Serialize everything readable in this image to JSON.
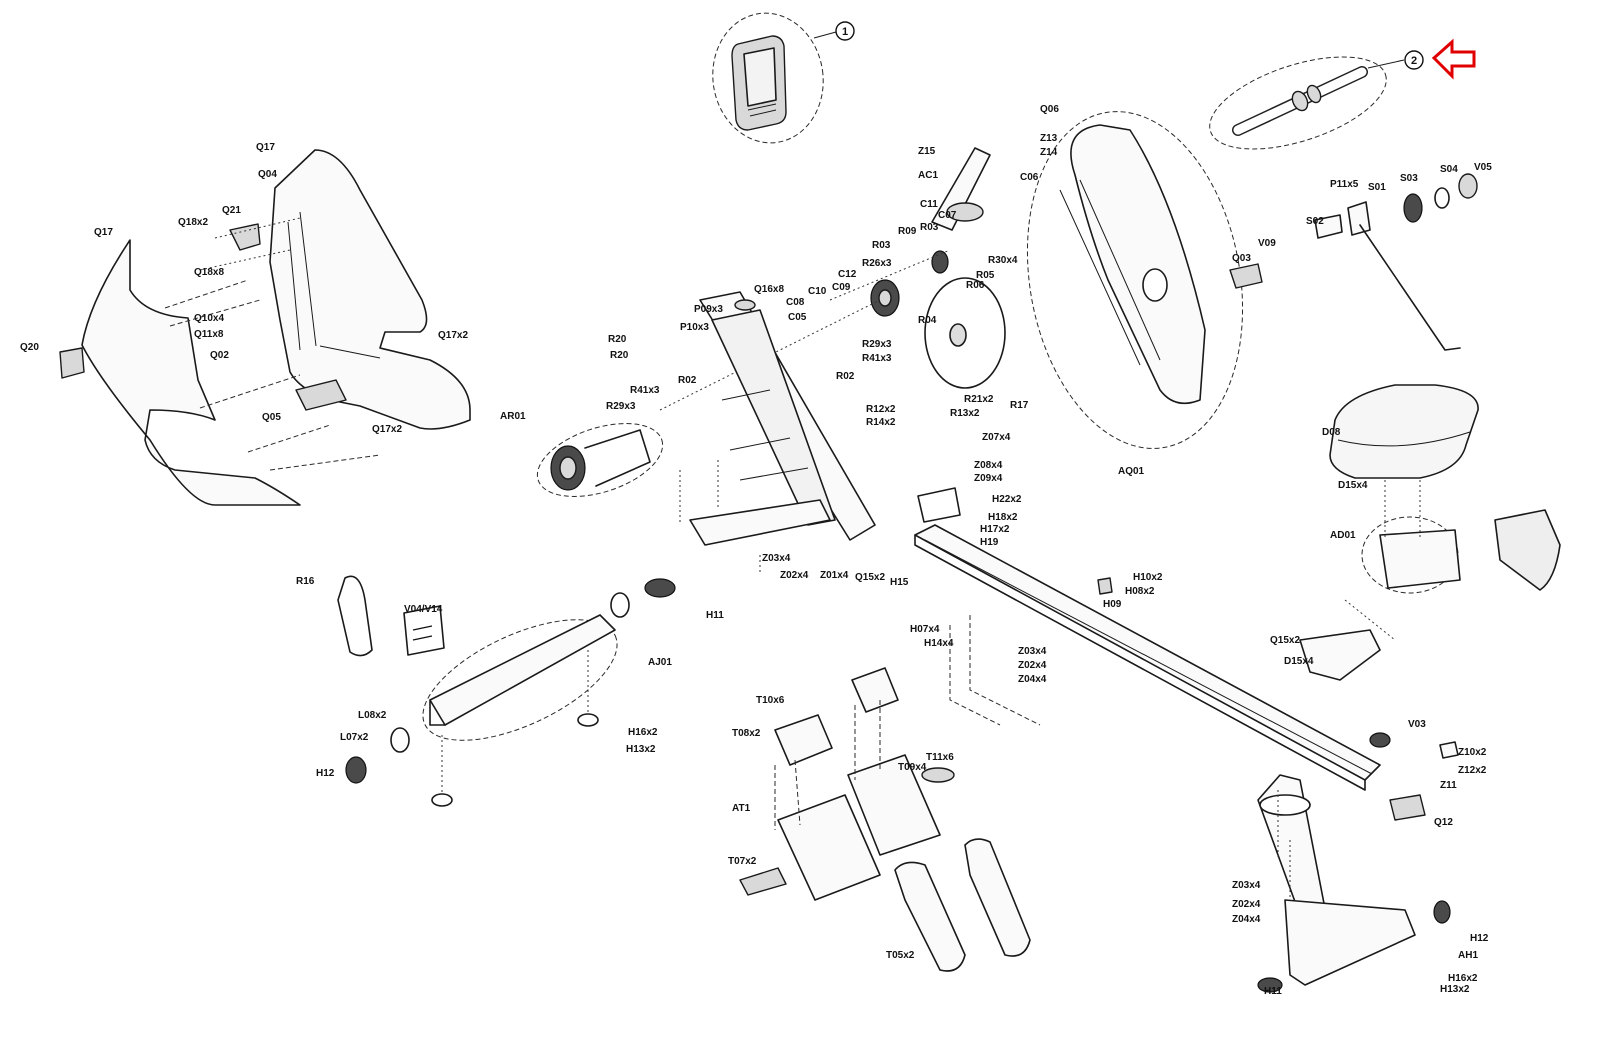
{
  "callouts": {
    "one": "1",
    "two": "2"
  },
  "highlight_arrow_color": "#e00000",
  "labels": {
    "Q17a": "Q17",
    "Q04": "Q04",
    "Q17b": "Q17",
    "Q18x2": "Q18x2",
    "Q21": "Q21",
    "Q18x8": "Q18x8",
    "Q10x4": "Q10x4",
    "Q11x8": "Q11x8",
    "Q20": "Q20",
    "Q02": "Q02",
    "Q17x2a": "Q17x2",
    "Q05": "Q05",
    "Q17x2b": "Q17x2",
    "Q06": "Q06",
    "Z13": "Z13",
    "Z14": "Z14",
    "Z15": "Z15",
    "AC1": "AC1",
    "C06": "C06",
    "C11": "C11",
    "C07": "C07",
    "R03a": "R03",
    "R09": "R09",
    "R26x3": "R26x3",
    "R03b": "R03",
    "R30x4": "R30x4",
    "R05": "R05",
    "R06": "R06",
    "Q16x8": "Q16x8",
    "C10": "C10",
    "C12": "C12",
    "C08": "C08",
    "C09": "C09",
    "C05": "C05",
    "P09x3": "P09x3",
    "P10x3": "P10x3",
    "R20a": "R20",
    "R20b": "R20",
    "R29x3a": "R29x3",
    "R41x3a": "R41x3",
    "R04": "R04",
    "R02a": "R02",
    "R02b": "R02",
    "R41x3b": "R41x3",
    "R29x3b": "R29x3",
    "AR01": "AR01",
    "R21x2": "R21x2",
    "R13x2": "R13x2",
    "R12x2": "R12x2",
    "R14x2": "R14x2",
    "R17": "R17",
    "Z07x4": "Z07x4",
    "Z08x4": "Z08x4",
    "Z09x4": "Z09x4",
    "H22x2": "H22x2",
    "H18x2": "H18x2",
    "H17x2": "H17x2",
    "H19": "H19",
    "Z03x4a": "Z03x4",
    "Z02x4a": "Z02x4",
    "Z01x4": "Z01x4",
    "Q15x2a": "Q15x2",
    "H15": "H15",
    "H10x2": "H10x2",
    "H08x2": "H08x2",
    "H09": "H09",
    "H07x4": "H07x4",
    "H14x4": "H14x4",
    "Z03x4b": "Z03x4",
    "Z02x4b": "Z02x4",
    "Z04x4a": "Z04x4",
    "AQ01": "AQ01",
    "Q03": "Q03",
    "V09": "V09",
    "P11x5": "P11x5",
    "S01": "S01",
    "S02": "S02",
    "S03": "S03",
    "S04": "S04",
    "V05": "V05",
    "D08": "D08",
    "D15x4a": "D15x4",
    "AD01": "AD01",
    "Q15x2b": "Q15x2",
    "D15x4b": "D15x4",
    "R16": "R16",
    "V04V14": "V04/V14",
    "H11a": "H11",
    "AJ01": "AJ01",
    "L08x2": "L08x2",
    "L07x2": "L07x2",
    "H12a": "H12",
    "H16x2a": "H16x2",
    "H13x2a": "H13x2",
    "T10x6": "T10x6",
    "T08x2": "T08x2",
    "T09x4": "T09x4",
    "T11x6": "T11x6",
    "AT1": "AT1",
    "T07x2": "T07x2",
    "T05x2": "T05x2",
    "V03": "V03",
    "Z10x2": "Z10x2",
    "Z12x2": "Z12x2",
    "Z11": "Z11",
    "Q12": "Q12",
    "Z03x4c": "Z03x4",
    "Z02x4c": "Z02x4",
    "Z04x4b": "Z04x4",
    "H12b": "H12",
    "AH1": "AH1",
    "H16x2b": "H16x2",
    "H13x2b": "H13x2",
    "H11b": "H11"
  }
}
